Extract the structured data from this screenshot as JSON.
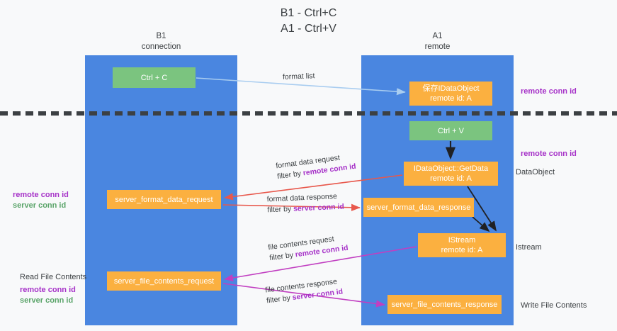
{
  "title": "B1 - Ctrl+C\nA1 - Ctrl+V",
  "columns": {
    "left": {
      "name": "B1",
      "role": "connection"
    },
    "right": {
      "name": "A1",
      "role": "remote"
    }
  },
  "colors": {
    "column_blue": "#4a86e0",
    "box_green": "#7bc47f",
    "box_orange": "#fbb040",
    "accent_purple": "#a632c8",
    "accent_green": "#5aa469",
    "arrow_blue": "#a9cdf0",
    "arrow_red": "#e8584c",
    "arrow_magenta": "#c13fc1",
    "arrow_black": "#202124",
    "text_dark": "#3c4043",
    "page_bg": "#f8f9fa"
  },
  "boxes": {
    "ctrl_c": {
      "line1": "Ctrl + C"
    },
    "idataobject": {
      "line1": "保存IDataObject",
      "line2": "remote id: A"
    },
    "ctrl_v": {
      "line1": "Ctrl + V"
    },
    "getdata": {
      "line1": "IDataObject::GetData",
      "line2": "remote id: A"
    },
    "server_format_data_request": {
      "line1": "server_format_data_request"
    },
    "server_format_data_response": {
      "line1": "server_format_data_response"
    },
    "istream": {
      "line1": "IStream",
      "line2": "remote id: A"
    },
    "server_file_contents_request": {
      "line1": "server_file_contents_request"
    },
    "server_file_contents_response": {
      "line1": "server_file_contents_response"
    }
  },
  "edge_labels": {
    "format_list": {
      "line1": "format list"
    },
    "format_data_request": {
      "line1": "format data request",
      "line2_prefix": "filter by ",
      "line2_key": "remote conn id"
    },
    "format_data_response": {
      "line1": "format data response",
      "line2_prefix": "filter by ",
      "line2_key": "server conn id"
    },
    "file_contents_request": {
      "line1": "file contents request",
      "line2_prefix": "filter by ",
      "line2_key": "remote conn id"
    },
    "file_contents_response": {
      "line1": "file contents response",
      "line2_prefix": "filter by ",
      "line2_key": "server conn id"
    }
  },
  "annotations": {
    "remote_conn_id_top": "remote conn id",
    "remote_conn_id_mid": "remote conn id",
    "dataobject": "DataObject",
    "istream": "Istream",
    "write_file_contents": "Write File Contents",
    "read_file_contents": "Read File Contents",
    "left_mid_remote": "remote conn id",
    "left_mid_server": "server conn id",
    "left_bottom_remote": "remote conn id",
    "left_bottom_server": "server conn id"
  }
}
